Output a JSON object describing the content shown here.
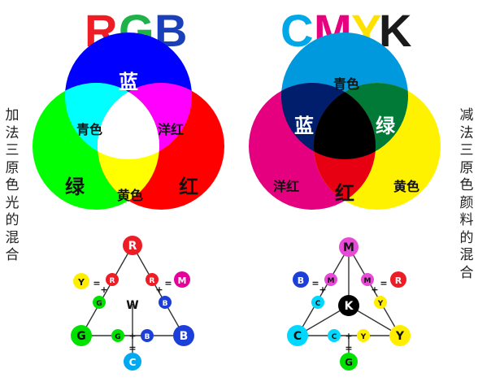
{
  "rgb": {
    "title": [
      "R",
      "G",
      "B"
    ],
    "title_colors": [
      "#ee1c25",
      "#1fb24a",
      "#1b3fb8"
    ],
    "circle_colors": {
      "blue": "#0000ff",
      "green": "#00ff00",
      "red": "#ff0000"
    },
    "overlap_colors": {
      "cyan": "#00ffff",
      "magenta": "#ff00ff",
      "yellow": "#ffff00",
      "white": "#ffffff"
    },
    "labels": {
      "blue": "蓝",
      "green": "绿",
      "red": "红",
      "cyan": "青色",
      "magenta": "洋红",
      "yellow": "黄色"
    },
    "side_label": [
      "加",
      "法",
      "三",
      "原",
      "色",
      "光",
      "的",
      "混",
      "合"
    ],
    "diagram": {
      "nodes": {
        "top": "R",
        "left": "G",
        "right": "B",
        "center": "W",
        "bottom": "C",
        "ul": "Y",
        "ur": "M"
      },
      "small": {
        "ul_a": "R",
        "ul_b": "G",
        "ur_a": "R",
        "ur_b": "B",
        "b_a": "G",
        "b_b": "B"
      },
      "ops": {
        "eq": "=",
        "plus": "+"
      }
    }
  },
  "cmyk": {
    "title": [
      "C",
      "M",
      "Y",
      "K"
    ],
    "title_colors": [
      "#00a8e8",
      "#e6007e",
      "#ffe100",
      "#1a1a1a"
    ],
    "circle_colors": {
      "cyan": "#0099dd",
      "magenta": "#e4007f",
      "yellow": "#fff200"
    },
    "overlap_colors": {
      "blue": "#001e6b",
      "green": "#007a36",
      "red": "#e60012",
      "black": "#000000"
    },
    "labels": {
      "cyan": "青色",
      "magenta": "洋红",
      "yellow": "黄色",
      "blue": "蓝",
      "green": "绿",
      "red": "红"
    },
    "side_label": [
      "减",
      "法",
      "三",
      "原",
      "色",
      "颜",
      "料",
      "的",
      "混",
      "合"
    ],
    "diagram": {
      "nodes": {
        "top": "M",
        "left": "C",
        "right": "Y",
        "center": "K",
        "bottom": "G",
        "ul": "B",
        "ur": "R"
      },
      "small": {
        "ul_a": "M",
        "ul_b": "C",
        "ur_a": "M",
        "ur_b": "Y",
        "b_a": "C",
        "b_b": "Y"
      },
      "ops": {
        "eq": "=",
        "plus": "+"
      }
    }
  }
}
